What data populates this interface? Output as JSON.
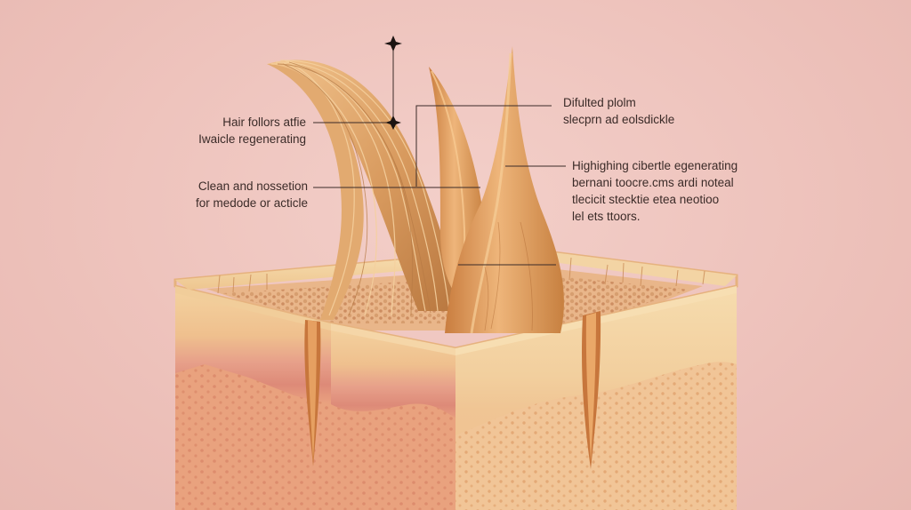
{
  "labels": {
    "top_left": {
      "line1": "Hair follors atfie",
      "line2": "Iwaicle regenerating"
    },
    "mid_left": {
      "line1": "Clean and nossetion",
      "line2": "for medode or acticle"
    },
    "top_right": {
      "line1": "Difulted plolm",
      "line2": "slecprn ad eolsdickle"
    },
    "mid_right": {
      "line1": "Highighing cibertle egenerating",
      "line2": "bernani toocre.cms ardi noteal",
      "line3": "tlecicit stecktie etea neotioo",
      "line4": "lel ets ttoors."
    }
  },
  "colors": {
    "background": "#efc4be",
    "hair": "#d9a26a",
    "skin_top": "#f3cf9c",
    "dermis": "#e6a07d",
    "stroke": "#3b2b28"
  }
}
